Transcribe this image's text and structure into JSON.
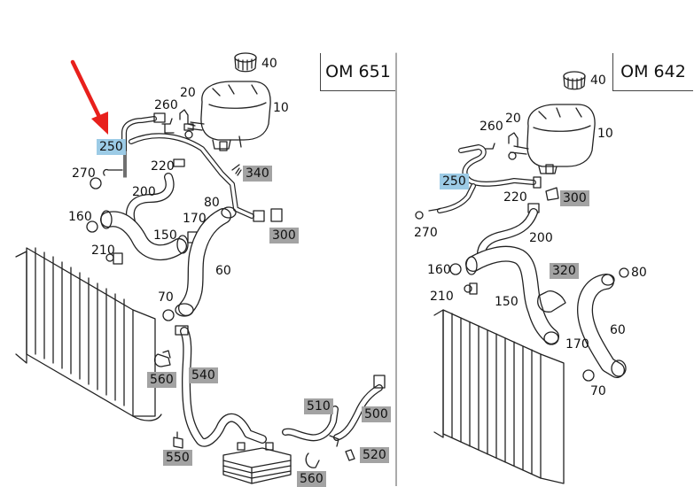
{
  "panels": [
    {
      "engine": "OM 651"
    },
    {
      "engine": "OM 642"
    }
  ],
  "callouts": {
    "left": {
      "p40": "40",
      "p20": "20",
      "p260": "260",
      "p10": "10",
      "p250": "250",
      "p220": "220",
      "p340": "340",
      "p270": "270",
      "p200": "200",
      "p80": "80",
      "p160": "160",
      "p170": "170",
      "p300": "300",
      "p150": "150",
      "p210": "210",
      "p60": "60",
      "p70": "70",
      "p560a": "560",
      "p540": "540",
      "p510": "510",
      "p500": "500",
      "p550": "550",
      "p520": "520",
      "p560b": "560"
    },
    "right": {
      "p40": "40",
      "p20": "20",
      "p260": "260",
      "p10": "10",
      "p250": "250",
      "p220": "220",
      "p300": "300",
      "p270": "270",
      "p200": "200",
      "p320": "320",
      "p80": "80",
      "p160": "160",
      "p210": "210",
      "p150": "150",
      "p60": "60",
      "p170": "170",
      "p70": "70"
    }
  },
  "colors": {
    "highlight_blue": "#9ccbe6",
    "highlight_gray": "#a3a3a3",
    "arrow_red": "#e8201c",
    "line": "#222222"
  }
}
